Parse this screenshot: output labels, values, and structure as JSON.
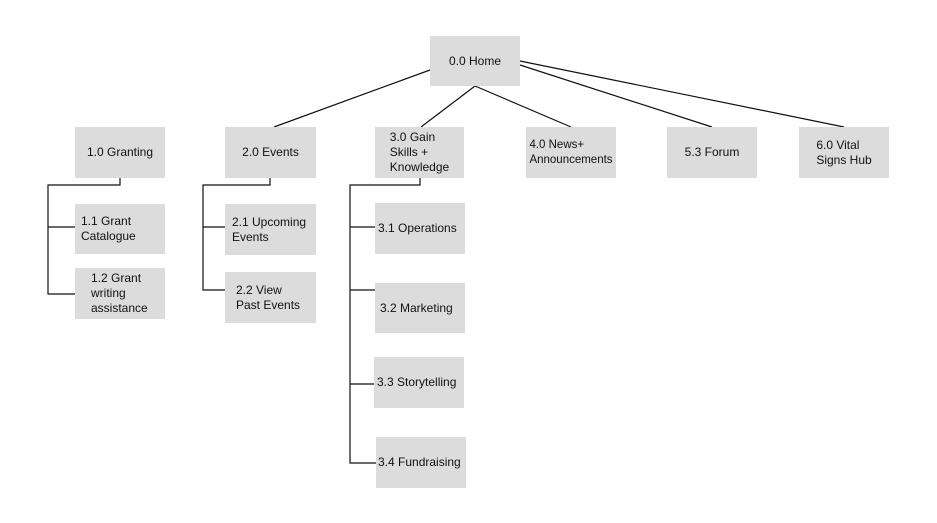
{
  "diagram": {
    "root": {
      "label": "0.0 Home"
    },
    "level1": [
      {
        "label": "1.0 Granting"
      },
      {
        "label": "2.0 Events"
      },
      {
        "label": "3.0 Gain\nSkills +\nKnowledge"
      },
      {
        "label": "4.0 News+\nAnnouncements"
      },
      {
        "label": "5.3 Forum"
      },
      {
        "label": "6.0 Vital\nSigns Hub"
      }
    ],
    "granting_children": [
      {
        "label": "1.1 Grant\nCatalogue"
      },
      {
        "label": "1.2 Grant\nwriting\nassistance"
      }
    ],
    "events_children": [
      {
        "label": "2.1 Upcoming\nEvents"
      },
      {
        "label": "2.2 View\nPast Events"
      }
    ],
    "skills_children": [
      {
        "label": "3.1 Operations"
      },
      {
        "label": "3.2 Marketing"
      },
      {
        "label": "3.3 Storytelling"
      },
      {
        "label": "3.4 Fundraising"
      }
    ]
  }
}
